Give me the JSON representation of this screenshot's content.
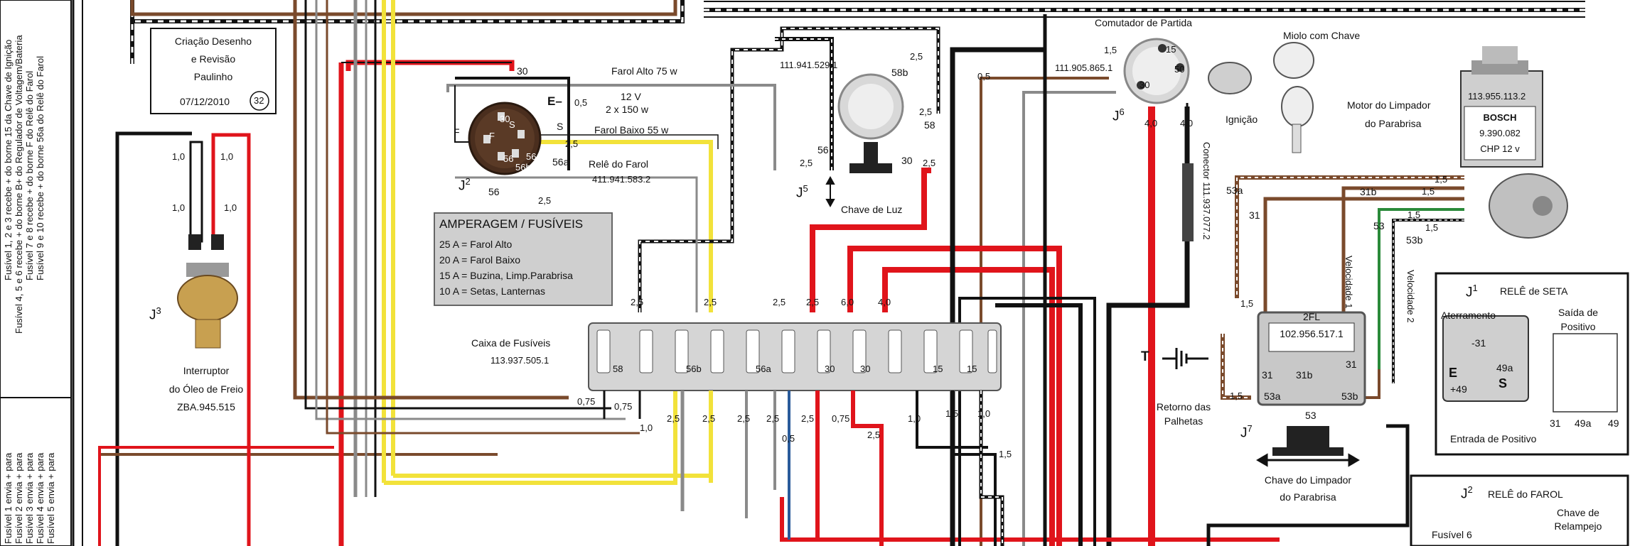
{
  "credits": {
    "line1": "Criação   Desenho",
    "line2": "e Revisão",
    "line3": "Paulinho",
    "date": "07/12/2010",
    "page": "32"
  },
  "left_margin": {
    "lines": [
      "Fusível 1, 2 e 3 recebe + do borne 15 da Chave de Ignição",
      "Fusível 4, 5 e 6 recebe + do borne B+ do Regulador de Voltagem/Bateria",
      "Fusível 7 e 8 recebe + do borne F do Relê do Farol",
      "Fusível 9 e 10 recebe + do borne 56a do Relê do Farol"
    ],
    "lower_lines": [
      "Fusível 1 envia + para",
      "Fusível 2 envia + para",
      "Fusível 3 envia + para",
      "Fusível 4 envia + para",
      "Fusível 5 envia + para"
    ]
  },
  "farol": {
    "alto": "Farol Alto  75 w",
    "volt": "12 V",
    "power": "2 x 150 w",
    "baixo": "Farol Baixo  55 w",
    "rele_name": "Relê do Farol",
    "rele_code": "411.941.583.2",
    "j_label": "J",
    "j_sub": "2",
    "e_label": "E–",
    "e_val": "0,5",
    "pins": [
      "30",
      "F",
      "S",
      "56",
      "56a",
      "56b"
    ],
    "wire_30": "30",
    "wire_56a": "56a",
    "wire_56": "56",
    "wire_f": "F",
    "wire_s": "S"
  },
  "chave_luz": {
    "code": "111.941.529.1",
    "name": "Chave de Luz",
    "j_label": "J",
    "j_sub": "5",
    "pins": [
      "58b",
      "58",
      "56",
      "30"
    ],
    "gauges": [
      "2,5",
      "2,5",
      "2,5",
      "2,5"
    ]
  },
  "comutador": {
    "title": "Comutador de Partida",
    "code": "111.905.865.1",
    "j_label": "J",
    "j_sub": "6",
    "pins": [
      "15",
      "30",
      "50"
    ],
    "gauges": [
      "1,5",
      "4,0",
      "4,0"
    ],
    "miolo": "Miolo com Chave",
    "ignicao": "Ignição",
    "conector": "Conector 111.937.077.2"
  },
  "motor_limpador": {
    "title_line1": "Motor do Limpador",
    "title_line2": "do Parabrisa",
    "code": "113.955.113.2",
    "brand": "BOSCH",
    "code2": "9.390.082",
    "spec": "CHP  12 v",
    "pins": [
      "53a",
      "31b",
      "31",
      "53",
      "53b"
    ],
    "gauges": [
      "1,5",
      "1,5",
      "1,5",
      "1,5"
    ]
  },
  "rele_limpador": {
    "code_top": "2FL",
    "code": "102.956.517.1",
    "pins": [
      "31",
      "31b",
      "53a",
      "53",
      "53b",
      "31"
    ],
    "j_label": "J",
    "j_sub": "7",
    "chave_line1": "Chave do Limpador",
    "chave_line2": "do Parabrisa",
    "retorno_line1": "Retorno das",
    "retorno_line2": "Palhetas",
    "t_label": "T",
    "vel1": "Velocidade 1",
    "vel2": "Velocidade 2",
    "gauges": [
      "1,5",
      "1,5"
    ]
  },
  "amperagem": {
    "title": "AMPERAGEM / FUSÍVEIS",
    "items": [
      "25 A = Farol Alto",
      "20 A = Farol Baixo",
      "15 A = Buzina, Limp.Parabrisa",
      "10 A = Setas, Lanternas"
    ]
  },
  "fusiveis": {
    "name": "Caixa de Fusíveis",
    "code": "113.937.505.1",
    "top_gauges": [
      "2,5",
      "2,5",
      "2,5",
      "2,5",
      "6,0",
      "4,0"
    ],
    "labels": [
      "58",
      "56b",
      "56a",
      "30",
      "30",
      "15",
      "15"
    ],
    "bottom_gauges": [
      "0,75",
      "0,75",
      "1,0",
      "2,5",
      "2,5",
      "2,5",
      "2,5",
      "0,5",
      "2,5",
      "0,75",
      "2,5",
      "1,0",
      "1,5",
      "1,0",
      "1,5"
    ]
  },
  "interruptor": {
    "j_label": "J",
    "j_sub": "3",
    "line1": "Interruptor",
    "line2": "do Óleo de Freio",
    "code": "ZBA.945.515",
    "gauges": [
      "1,0",
      "1,0",
      "1,0",
      "1,0"
    ]
  },
  "rele_seta": {
    "j_label": "J",
    "j_sub": "1",
    "title": "RELÊ de SETA",
    "aterramento": "Aterramento",
    "saida_line1": "Saída de",
    "saida_line2": "Positivo",
    "entrada": "Entrada de Positivo",
    "pins": [
      "-31",
      "49a",
      "E",
      "S",
      "+49"
    ],
    "terminals": [
      "31",
      "49a",
      "49"
    ]
  },
  "rele_farol_box": {
    "j_label": "J",
    "j_sub": "2",
    "title": "RELÊ do FAROL",
    "chave_line1": "Chave de",
    "chave_line2": "Relampejo",
    "fusivel": "Fusível 6"
  },
  "misc_gauges": {
    "g05_top": "0,5",
    "g25_a": "2,5",
    "g25_b": "2,5"
  },
  "colors": {
    "red": "#e0141b",
    "yellow": "#f2e23a",
    "brown": "#7a4a2c",
    "black": "#111111",
    "grey": "#8a8a8a",
    "white": "#ffffff",
    "green": "#2a8a3a",
    "blue": "#2a5b9a",
    "panel_grey": "#cfcfcf"
  },
  "icons": [
    "ground-icon",
    "arrow-lr-icon",
    "arrow-ud-icon",
    "key-icon"
  ]
}
